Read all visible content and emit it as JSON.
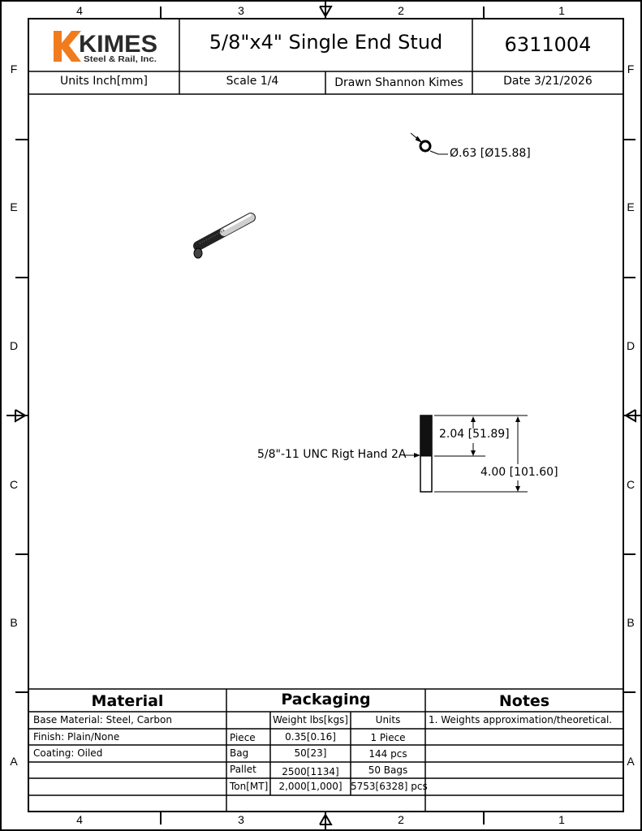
{
  "zones": {
    "columns": [
      "4",
      "3",
      "2",
      "1"
    ],
    "rows": [
      "F",
      "E",
      "D",
      "C",
      "B",
      "A"
    ]
  },
  "title_block": {
    "logo_text": "KIMES",
    "logo_subtext": "Steel & Rail, Inc.",
    "title": "5/8\"x4\" Single End Stud",
    "part_number": "6311004",
    "units": "Units Inch[mm]",
    "scale": "Scale 1/4",
    "drawn": "Drawn Shannon Kimes",
    "date": "Date 3/21/2026"
  },
  "drawing": {
    "diameter_label": "Ø.63 [Ø15.88]",
    "thread_callout": "5/8\"-11 UNC Rigt Hand 2A",
    "thread_length": "2.04 [51.89]",
    "overall_length": "4.00 [101.60]"
  },
  "material": {
    "header": "Material",
    "rows": [
      "Base Material: Steel, Carbon",
      "Finish: Plain/None",
      "Coating: Oiled",
      "",
      ""
    ]
  },
  "packaging": {
    "header": "Packaging",
    "col_weight": "Weight lbs[kgs]",
    "col_units": "Units",
    "rows": [
      {
        "label": "Piece",
        "weight": "0.35[0.16]",
        "units": "1 Piece"
      },
      {
        "label": "Bag",
        "weight": "50[23]",
        "units": "144 pcs"
      },
      {
        "label": "Pallet",
        "weight": "2500[1134]",
        "units": "50 Bags"
      },
      {
        "label": "Ton[MT]",
        "weight": "2,000[1,000]",
        "units": "5753[6328] pcs"
      }
    ]
  },
  "notes": {
    "header": "Notes",
    "rows": [
      "1. Weights approximation/theoretical.",
      "",
      "",
      "",
      ""
    ]
  },
  "colors": {
    "logo_orange": "#f07c1e",
    "logo_dark": "#2a2a2a"
  }
}
